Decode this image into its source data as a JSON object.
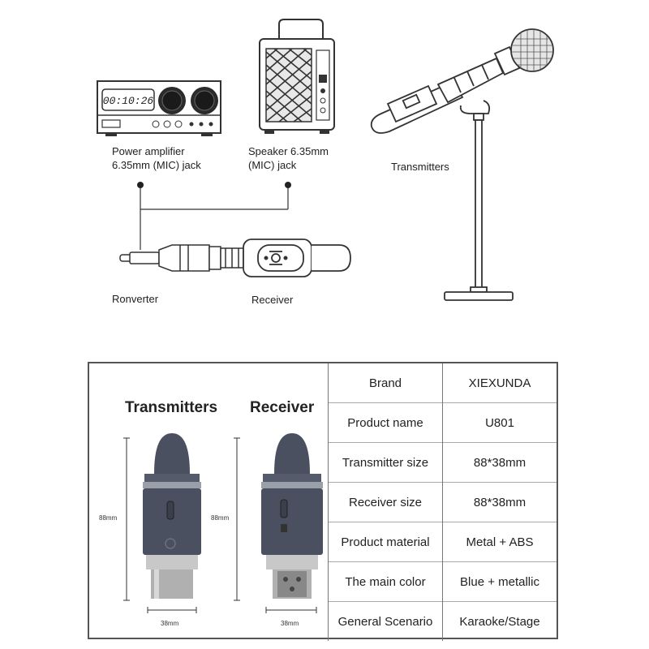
{
  "diagram": {
    "amplifier": {
      "display": "00:10:26",
      "label": "Power amplifier\n6.35mm (MIC) jack"
    },
    "speaker": {
      "label": "Speaker 6.35mm\n(MIC) jack"
    },
    "mic": {
      "label": "Transmitters"
    },
    "converter": {
      "label": "Ronverter"
    },
    "receiver": {
      "label": "Receiver"
    }
  },
  "products": {
    "transmitter_title": "Transmitters",
    "receiver_title": "Receiver",
    "transmitter_height": "88mm",
    "receiver_height": "88mm",
    "transmitter_width": "38mm",
    "receiver_width": "38mm"
  },
  "specs": [
    {
      "key": "Brand",
      "value": "XIEXUNDA"
    },
    {
      "key": "Product name",
      "value": "U801"
    },
    {
      "key": "Transmitter size",
      "value": "88*38mm"
    },
    {
      "key": "Receiver size",
      "value": "88*38mm"
    },
    {
      "key": "Product material",
      "value": "Metal + ABS"
    },
    {
      "key": "The main color",
      "value": "Blue + metallic"
    },
    {
      "key": "General Scenario",
      "value": "Karaoke/Stage"
    }
  ],
  "colors": {
    "device_body": "#4a5060",
    "metal": "#b9b9b9",
    "line": "#333333"
  }
}
